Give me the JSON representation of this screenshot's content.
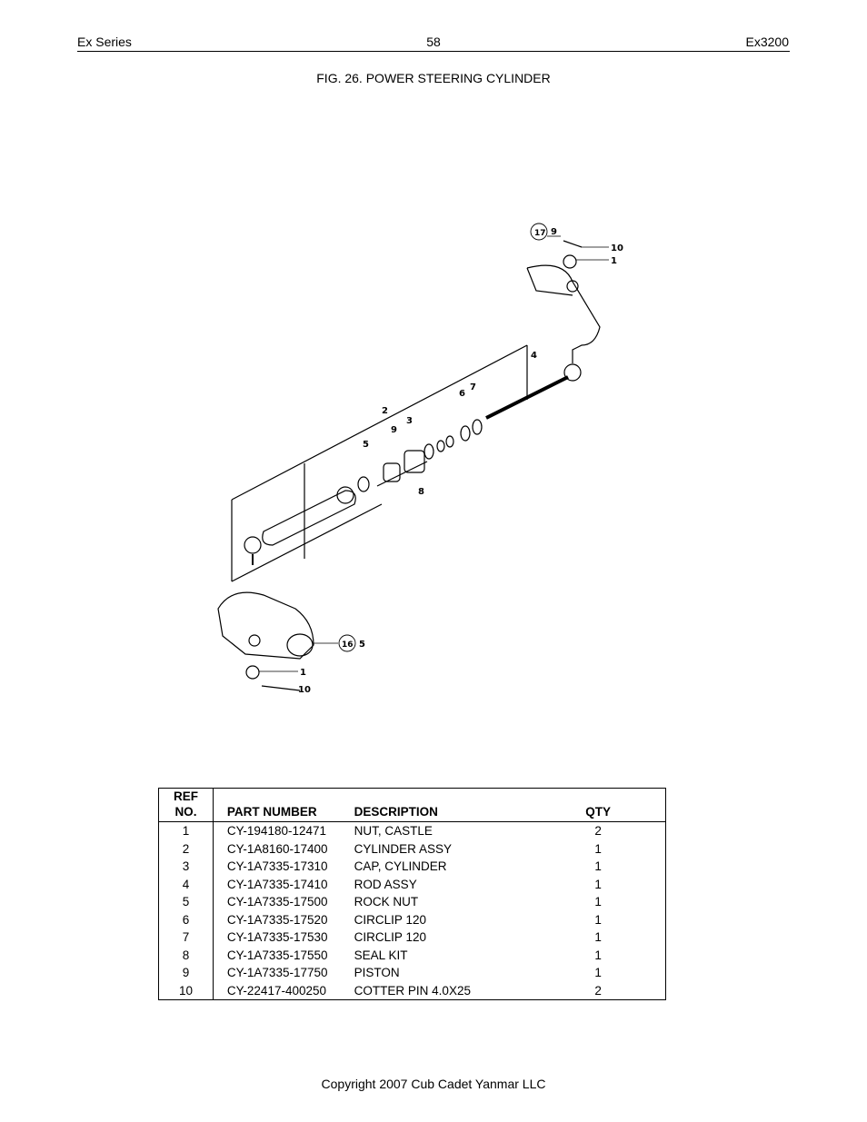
{
  "header": {
    "left": "Ex Series",
    "page_number": "58",
    "right": "Ex3200"
  },
  "figure": {
    "title": "FIG. 26. POWER STEERING CYLINDER",
    "callouts": [
      "17",
      "9",
      "10",
      "1",
      "4",
      "6",
      "7",
      "2",
      "9",
      "3",
      "5",
      "8",
      "16",
      "5",
      "1",
      "10"
    ]
  },
  "table": {
    "headers": {
      "ref_line1": "REF",
      "ref_line2": "NO.",
      "part_number": "PART NUMBER",
      "description": "DESCRIPTION",
      "qty": "QTY"
    },
    "rows": [
      {
        "ref": "1",
        "part_number": "CY-194180-12471",
        "description": "NUT, CASTLE",
        "qty": "2"
      },
      {
        "ref": "2",
        "part_number": "CY-1A8160-17400",
        "description": "CYLINDER ASSY",
        "qty": "1"
      },
      {
        "ref": "3",
        "part_number": "CY-1A7335-17310",
        "description": "CAP, CYLINDER",
        "qty": "1"
      },
      {
        "ref": "4",
        "part_number": "CY-1A7335-17410",
        "description": "ROD ASSY",
        "qty": "1"
      },
      {
        "ref": "5",
        "part_number": "CY-1A7335-17500",
        "description": "ROCK NUT",
        "qty": "1"
      },
      {
        "ref": "6",
        "part_number": "CY-1A7335-17520",
        "description": "CIRCLIP  120",
        "qty": "1"
      },
      {
        "ref": "7",
        "part_number": "CY-1A7335-17530",
        "description": "CIRCLIP  120",
        "qty": "1"
      },
      {
        "ref": "8",
        "part_number": "CY-1A7335-17550",
        "description": "SEAL KIT",
        "qty": "1"
      },
      {
        "ref": "9",
        "part_number": "CY-1A7335-17750",
        "description": "PISTON",
        "qty": "1"
      },
      {
        "ref": "10",
        "part_number": "CY-22417-400250",
        "description": "COTTER PIN 4.0X25",
        "qty": "2"
      }
    ]
  },
  "footer": {
    "copyright": "Copyright 2007 Cub Cadet Yanmar LLC"
  }
}
